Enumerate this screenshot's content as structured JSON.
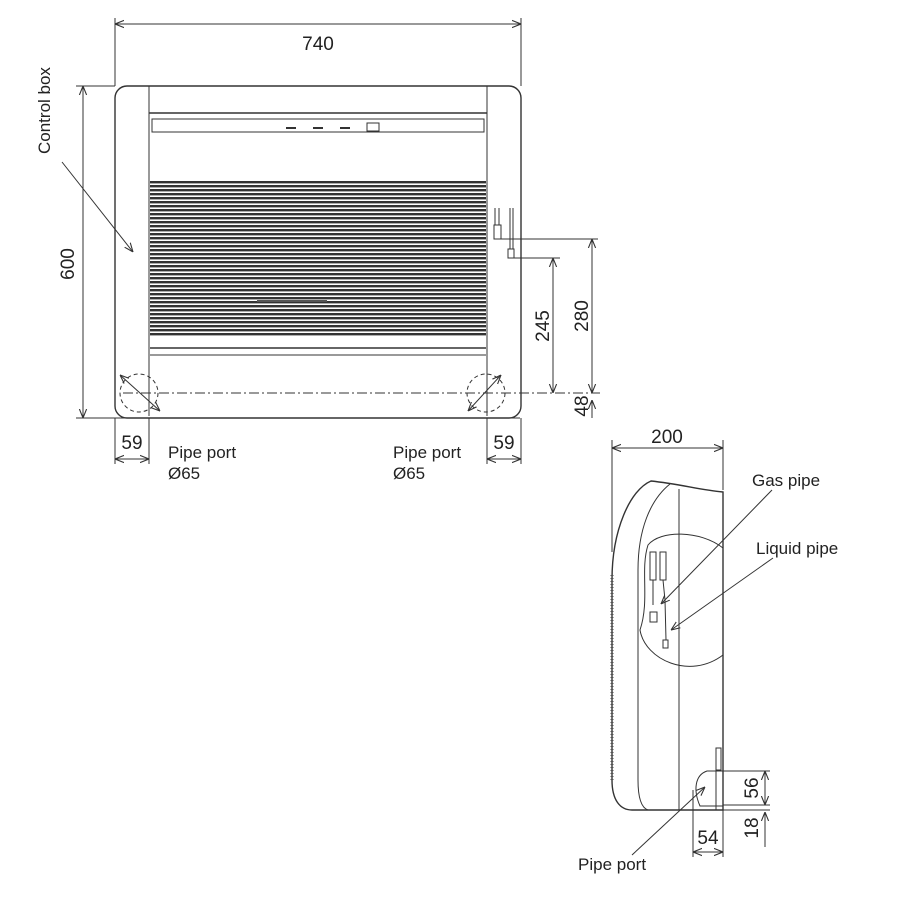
{
  "front_view": {
    "width_dim": "740",
    "height_dim": "600",
    "control_box_label": "Control box",
    "dim_245": "245",
    "dim_280": "280",
    "dim_48": "48",
    "left_offset_dim": "59",
    "right_offset_dim": "59",
    "left_pipe_port": {
      "label": "Pipe port",
      "diameter": "Ø65"
    },
    "right_pipe_port": {
      "label": "Pipe port",
      "diameter": "Ø65"
    }
  },
  "side_view": {
    "depth_dim": "200",
    "gas_pipe_label": "Gas pipe",
    "liquid_pipe_label": "Liquid pipe",
    "pipe_port_label": "Pipe port",
    "dim_56": "56",
    "dim_18": "18",
    "dim_54": "54"
  }
}
